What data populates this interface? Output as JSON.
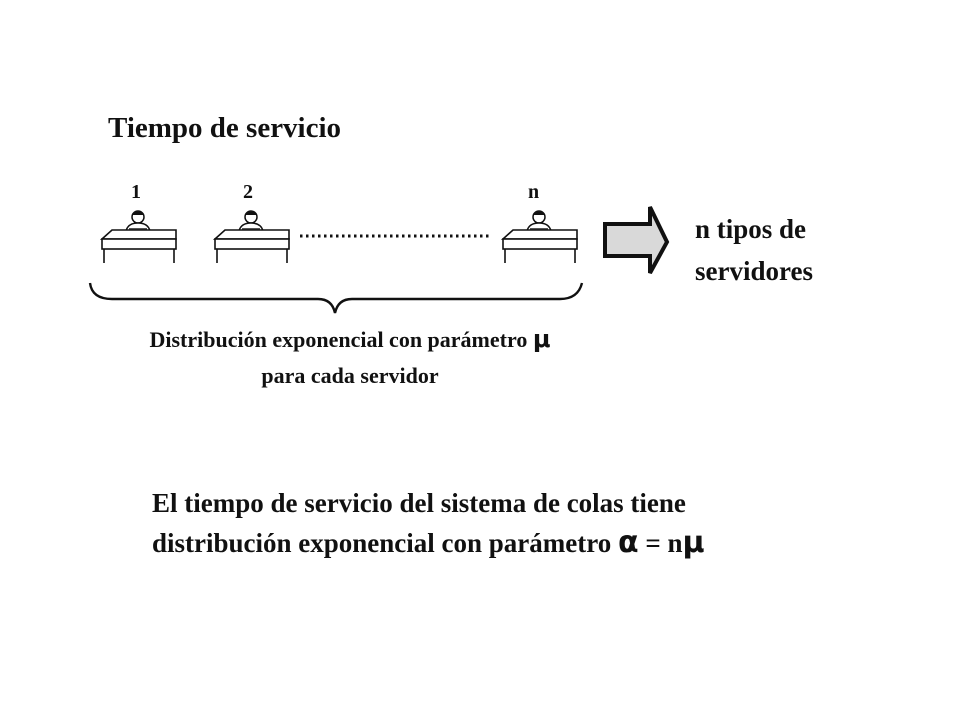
{
  "title": "Tiempo de servicio",
  "servers": [
    {
      "label": "1"
    },
    {
      "label": "2"
    },
    {
      "label": "n"
    }
  ],
  "result": {
    "line1": "n tipos de",
    "line2": "servidores"
  },
  "caption": {
    "line1": "Distribución exponencial con parámetro ",
    "symbol": "μ",
    "line2": "para cada servidor"
  },
  "conclusion": {
    "line1": "El tiempo de servicio del sistema de colas tiene",
    "line2_text": "distribución exponencial con parámetro ",
    "alpha": "α",
    "equals": " = n",
    "mu": "μ"
  },
  "colors": {
    "ink": "#111111",
    "arrow_fill": "#d9d9d9"
  },
  "icons": [
    "server-desk-icon",
    "block-arrow-right-icon",
    "curly-brace-icon"
  ]
}
